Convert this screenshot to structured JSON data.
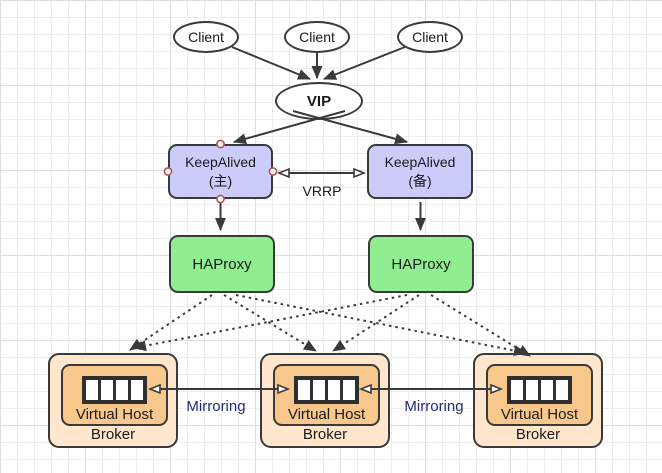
{
  "diagram": {
    "type": "architecture-diagram",
    "topic": "Highly available message broker cluster with VIP, KeepAlived, HAProxy and mirrored brokers"
  },
  "colors": {
    "keepalived_fill": "#ccccfa",
    "haproxy_fill": "#90ee90",
    "broker_fill": "#ffe6cc",
    "virtual_host_fill": "#f8c78c",
    "shape_border": "#3a3a3a",
    "mirroring_label": "#262a73",
    "connection_point_stroke": "#b85450",
    "grid_minor": "#ededed",
    "grid_major": "#dedede"
  },
  "nodes": {
    "clients": [
      {
        "label": "Client"
      },
      {
        "label": "Client"
      },
      {
        "label": "Client"
      }
    ],
    "vip": {
      "label": "VIP"
    },
    "keepalived_master": {
      "line1": "KeepAlived",
      "line2": "(主)"
    },
    "keepalived_backup": {
      "line1": "KeepAlived",
      "line2": "(备)"
    },
    "haproxy_left": {
      "label": "HAProxy"
    },
    "haproxy_right": {
      "label": "HAProxy"
    },
    "brokers": [
      {
        "virtual_host": "Virtual Host",
        "label": "Broker",
        "cells": 4
      },
      {
        "virtual_host": "Virtual Host",
        "label": "Broker",
        "cells": 4
      },
      {
        "virtual_host": "Virtual Host",
        "label": "Broker",
        "cells": 4
      }
    ]
  },
  "edges": {
    "vrrp_label": "VRRP",
    "mirroring_labels": [
      {
        "label": "Mirroring"
      },
      {
        "label": "Mirroring"
      }
    ]
  }
}
